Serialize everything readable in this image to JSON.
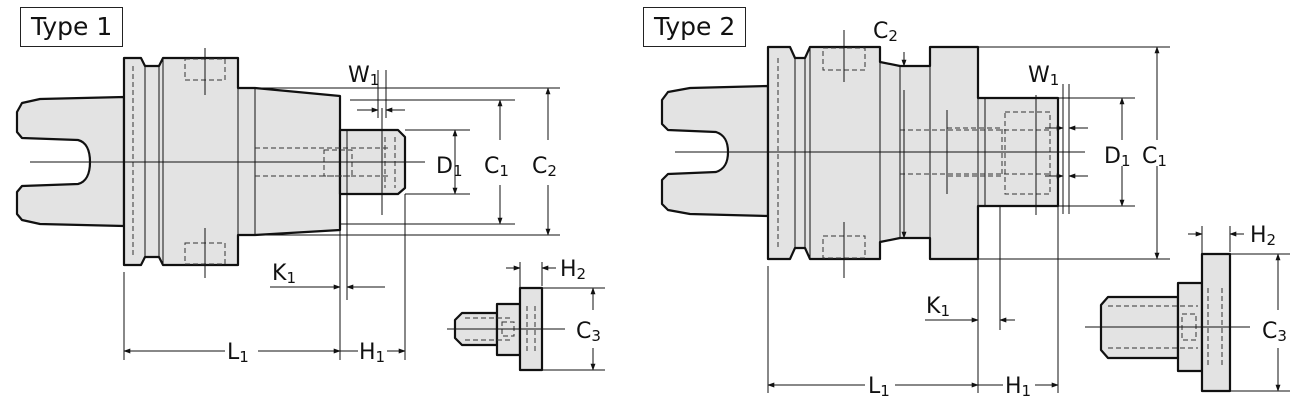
{
  "type1": {
    "title": "Type 1",
    "labels": {
      "W": "W",
      "W_sub": "1",
      "D": "D",
      "D_sub": "1",
      "C1": "C",
      "C1_sub": "1",
      "C2": "C",
      "C2_sub": "2",
      "K": "K",
      "K_sub": "1",
      "L": "L",
      "L_sub": "1",
      "H1": "H",
      "H1_sub": "1",
      "H2": "H",
      "H2_sub": "2",
      "C3": "C",
      "C3_sub": "3"
    }
  },
  "type2": {
    "title": "Type 2",
    "labels": {
      "C2": "C",
      "C2_sub": "2",
      "W": "W",
      "W_sub": "1",
      "D": "D",
      "D_sub": "1",
      "C1": "C",
      "C1_sub": "1",
      "H2": "H",
      "H2_sub": "2",
      "C3": "C",
      "C3_sub": "3",
      "K": "K",
      "K_sub": "1",
      "L": "L",
      "L_sub": "1",
      "H1": "H",
      "H1_sub": "1"
    }
  }
}
